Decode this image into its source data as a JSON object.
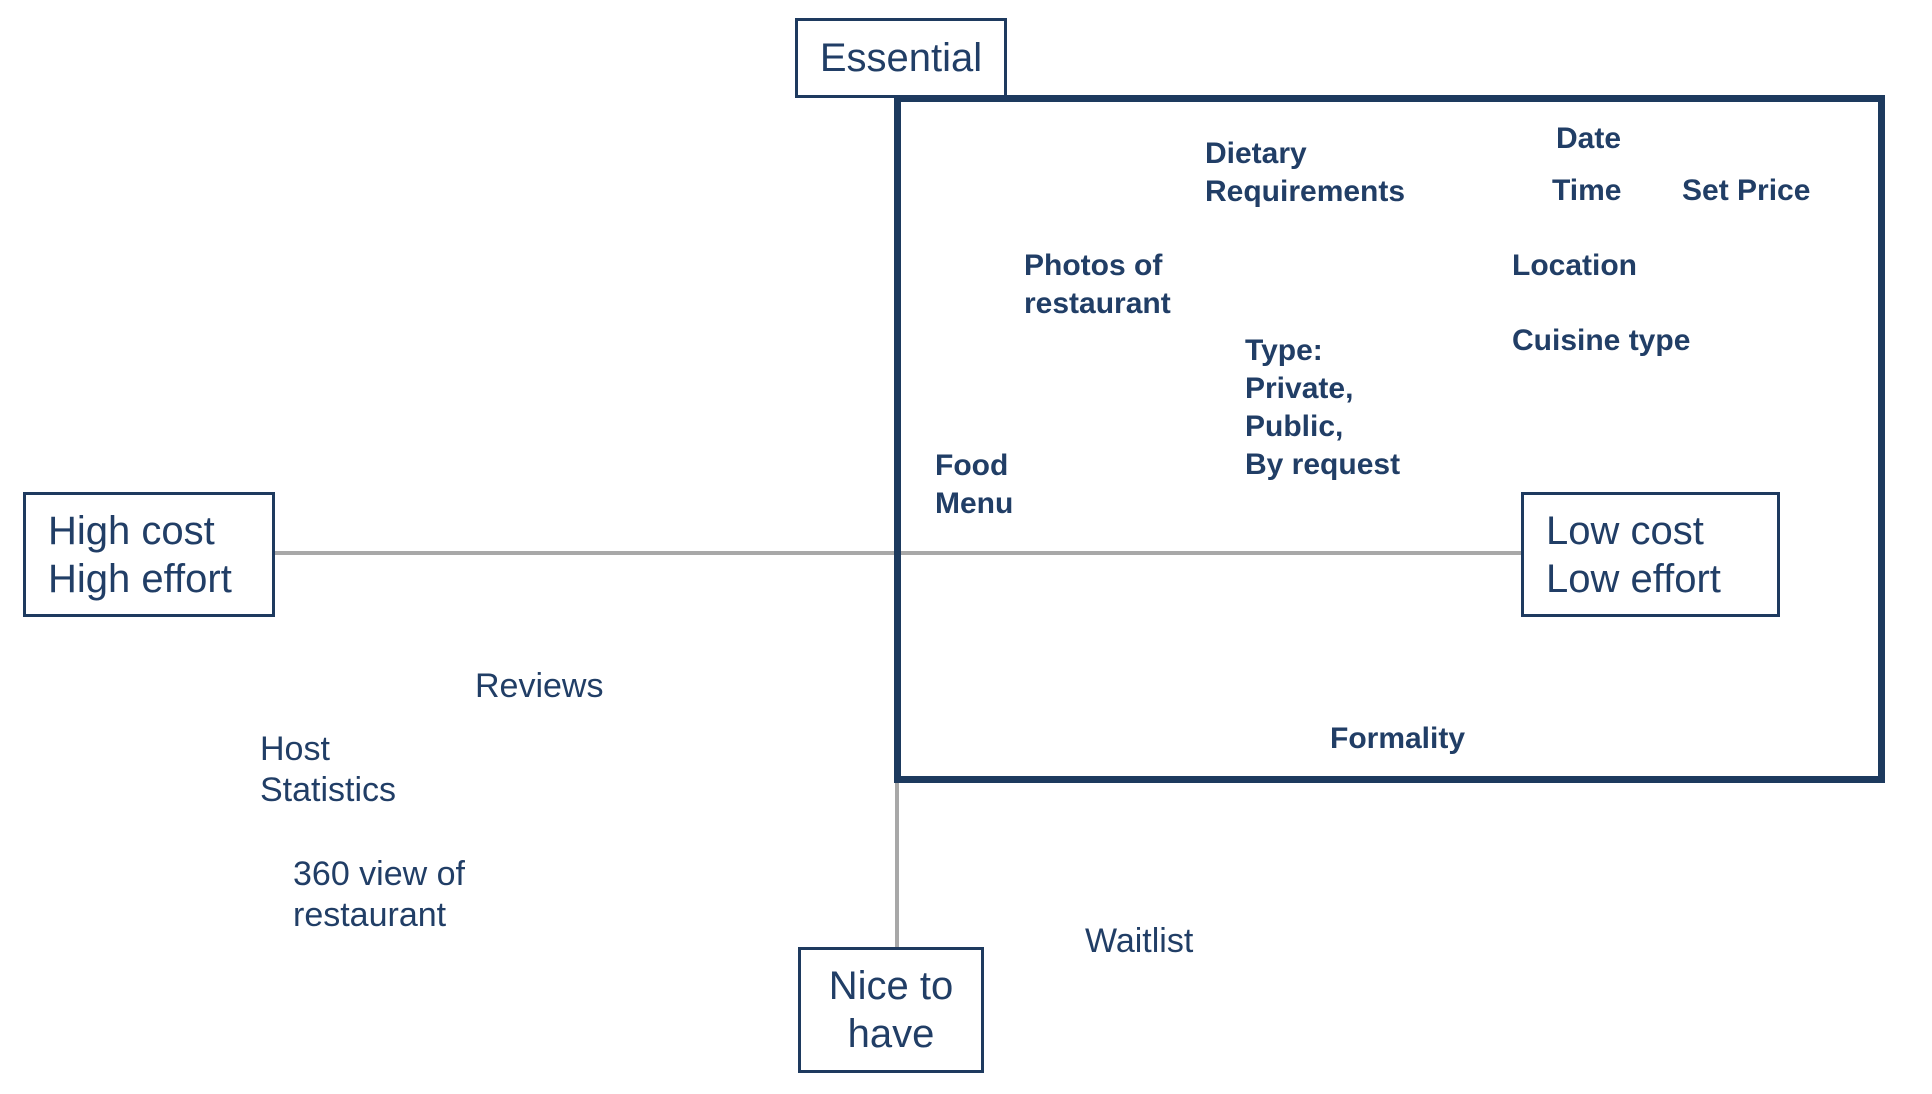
{
  "colors": {
    "navy_border": "#1d3a5e",
    "navy_text": "#213e66",
    "axis_gray": "#a8a8a8",
    "background": "#ffffff"
  },
  "quadrant_labels": {
    "top": "Essential",
    "bottom": "Nice to\nhave",
    "left": "High cost\nHigh effort",
    "right": "Low cost\nLow effort"
  },
  "essential_items": {
    "dietary": "Dietary\nRequirements",
    "date": "Date",
    "time": "Time",
    "set_price": "Set Price",
    "photos": "Photos of\nrestaurant",
    "location": "Location",
    "type": "Type:\nPrivate,\nPublic,\nBy request",
    "cuisine": "Cuisine type",
    "food_menu": "Food\nMenu",
    "formality": "Formality"
  },
  "nice_to_have_items": {
    "reviews": "Reviews",
    "host_statistics": "Host\nStatistics",
    "view_360": "360 view of\nrestaurant",
    "waitlist": "Waitlist"
  }
}
